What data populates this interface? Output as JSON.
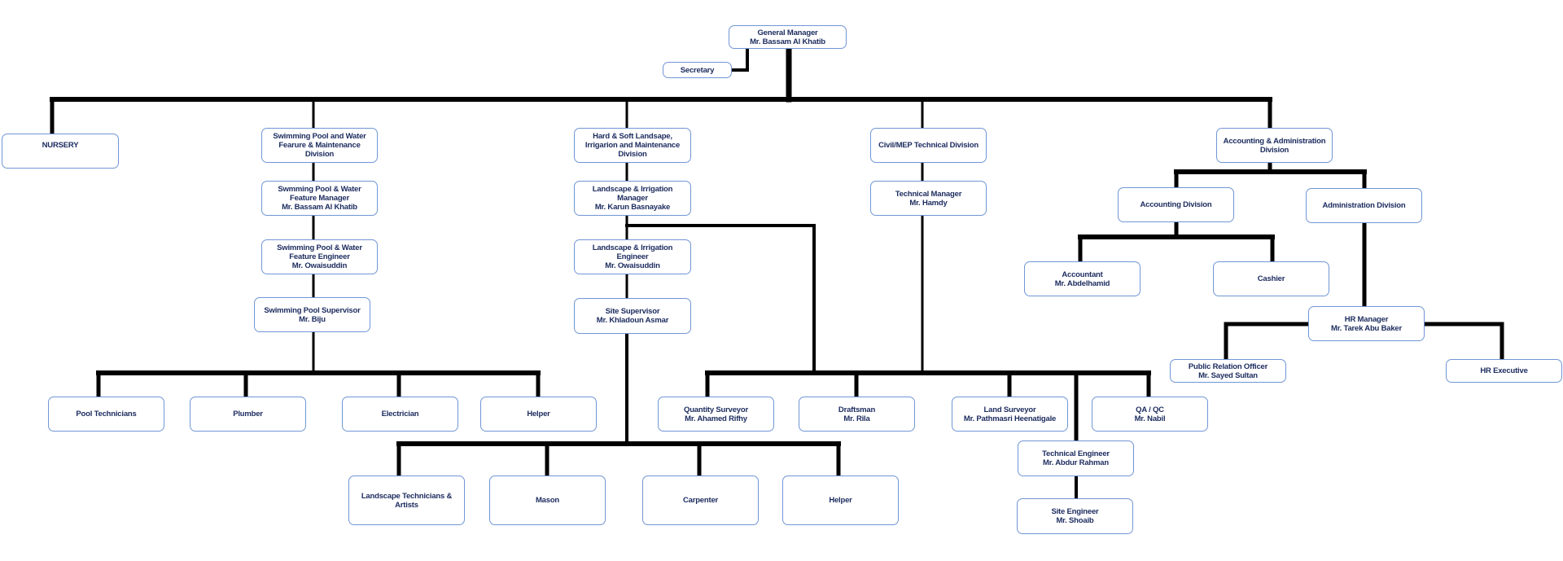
{
  "nodes": {
    "gm": [
      "General Manager",
      "Mr. Bassam Al Khatib"
    ],
    "secretary": [
      "Secretary"
    ],
    "nursery": [
      "NURSERY"
    ],
    "pool_div": [
      "Swimming Pool and Water",
      "Fearure & Maintenance",
      "Division"
    ],
    "pool_mgr": [
      "Swmming Pool & Water",
      "Feature Manager",
      "Mr. Bassam Al Khatib"
    ],
    "pool_eng": [
      "Swimming Pool & Water",
      "Feature Engineer",
      "Mr. Owaisuddin"
    ],
    "pool_sup": [
      "Swimming Pool Supervisor",
      "Mr. Biju"
    ],
    "pool_tech": [
      "Pool Technicians"
    ],
    "plumber": [
      "Plumber"
    ],
    "electrician": [
      "Electrician"
    ],
    "pool_helper": [
      "Helper"
    ],
    "land_div": [
      "Hard & Soft Landsape,",
      "Irrigarion and Maintenance",
      "Division"
    ],
    "land_mgr": [
      "Landscape & Irrigation",
      "Manager",
      "Mr. Karun Basnayake"
    ],
    "land_eng": [
      "Landscape & Irrigation",
      "Engineer",
      "Mr. Owaisuddin"
    ],
    "site_sup": [
      "Site Supervisor",
      "Mr. Khladoun Asmar"
    ],
    "land_tech": [
      "Landscape Technicians &",
      "Artists"
    ],
    "mason": [
      "Mason"
    ],
    "carpenter": [
      "Carpenter"
    ],
    "land_helper": [
      "Helper"
    ],
    "civil_div": [
      "Civil/MEP Technical Division"
    ],
    "tech_mgr": [
      "Technical Manager",
      "Mr. Hamdy"
    ],
    "qs": [
      "Quantity Surveyor",
      "Mr. Ahamed Rifhy"
    ],
    "draftsman": [
      "Draftsman",
      "Mr. Rila"
    ],
    "land_surveyor": [
      "Land Surveyor",
      "Mr. Pathmasri Heenatigale"
    ],
    "qa": [
      "QA / QC",
      "Mr. Nabil"
    ],
    "tech_eng": [
      "Technical Engineer",
      "Mr. Abdur Rahman"
    ],
    "site_eng": [
      "Site Engineer",
      "Mr. Shoaib"
    ],
    "acc_admin_div": [
      "Accounting & Administration",
      "Division"
    ],
    "acc_div": [
      "Accounting Division"
    ],
    "admin_div": [
      "Administration Division"
    ],
    "accountant": [
      "Accountant",
      "Mr. Abdelhamid"
    ],
    "cashier": [
      "Cashier"
    ],
    "hr_mgr": [
      "HR Manager",
      "Mr. Tarek Abu Baker"
    ],
    "pro": [
      "Public Relation Officer",
      "Mr. Sayed Sultan"
    ],
    "hr_exec": [
      "HR Executive"
    ]
  },
  "colors": {
    "border": "#7196d6",
    "text": "#1b2b5e",
    "line": "#000000"
  }
}
